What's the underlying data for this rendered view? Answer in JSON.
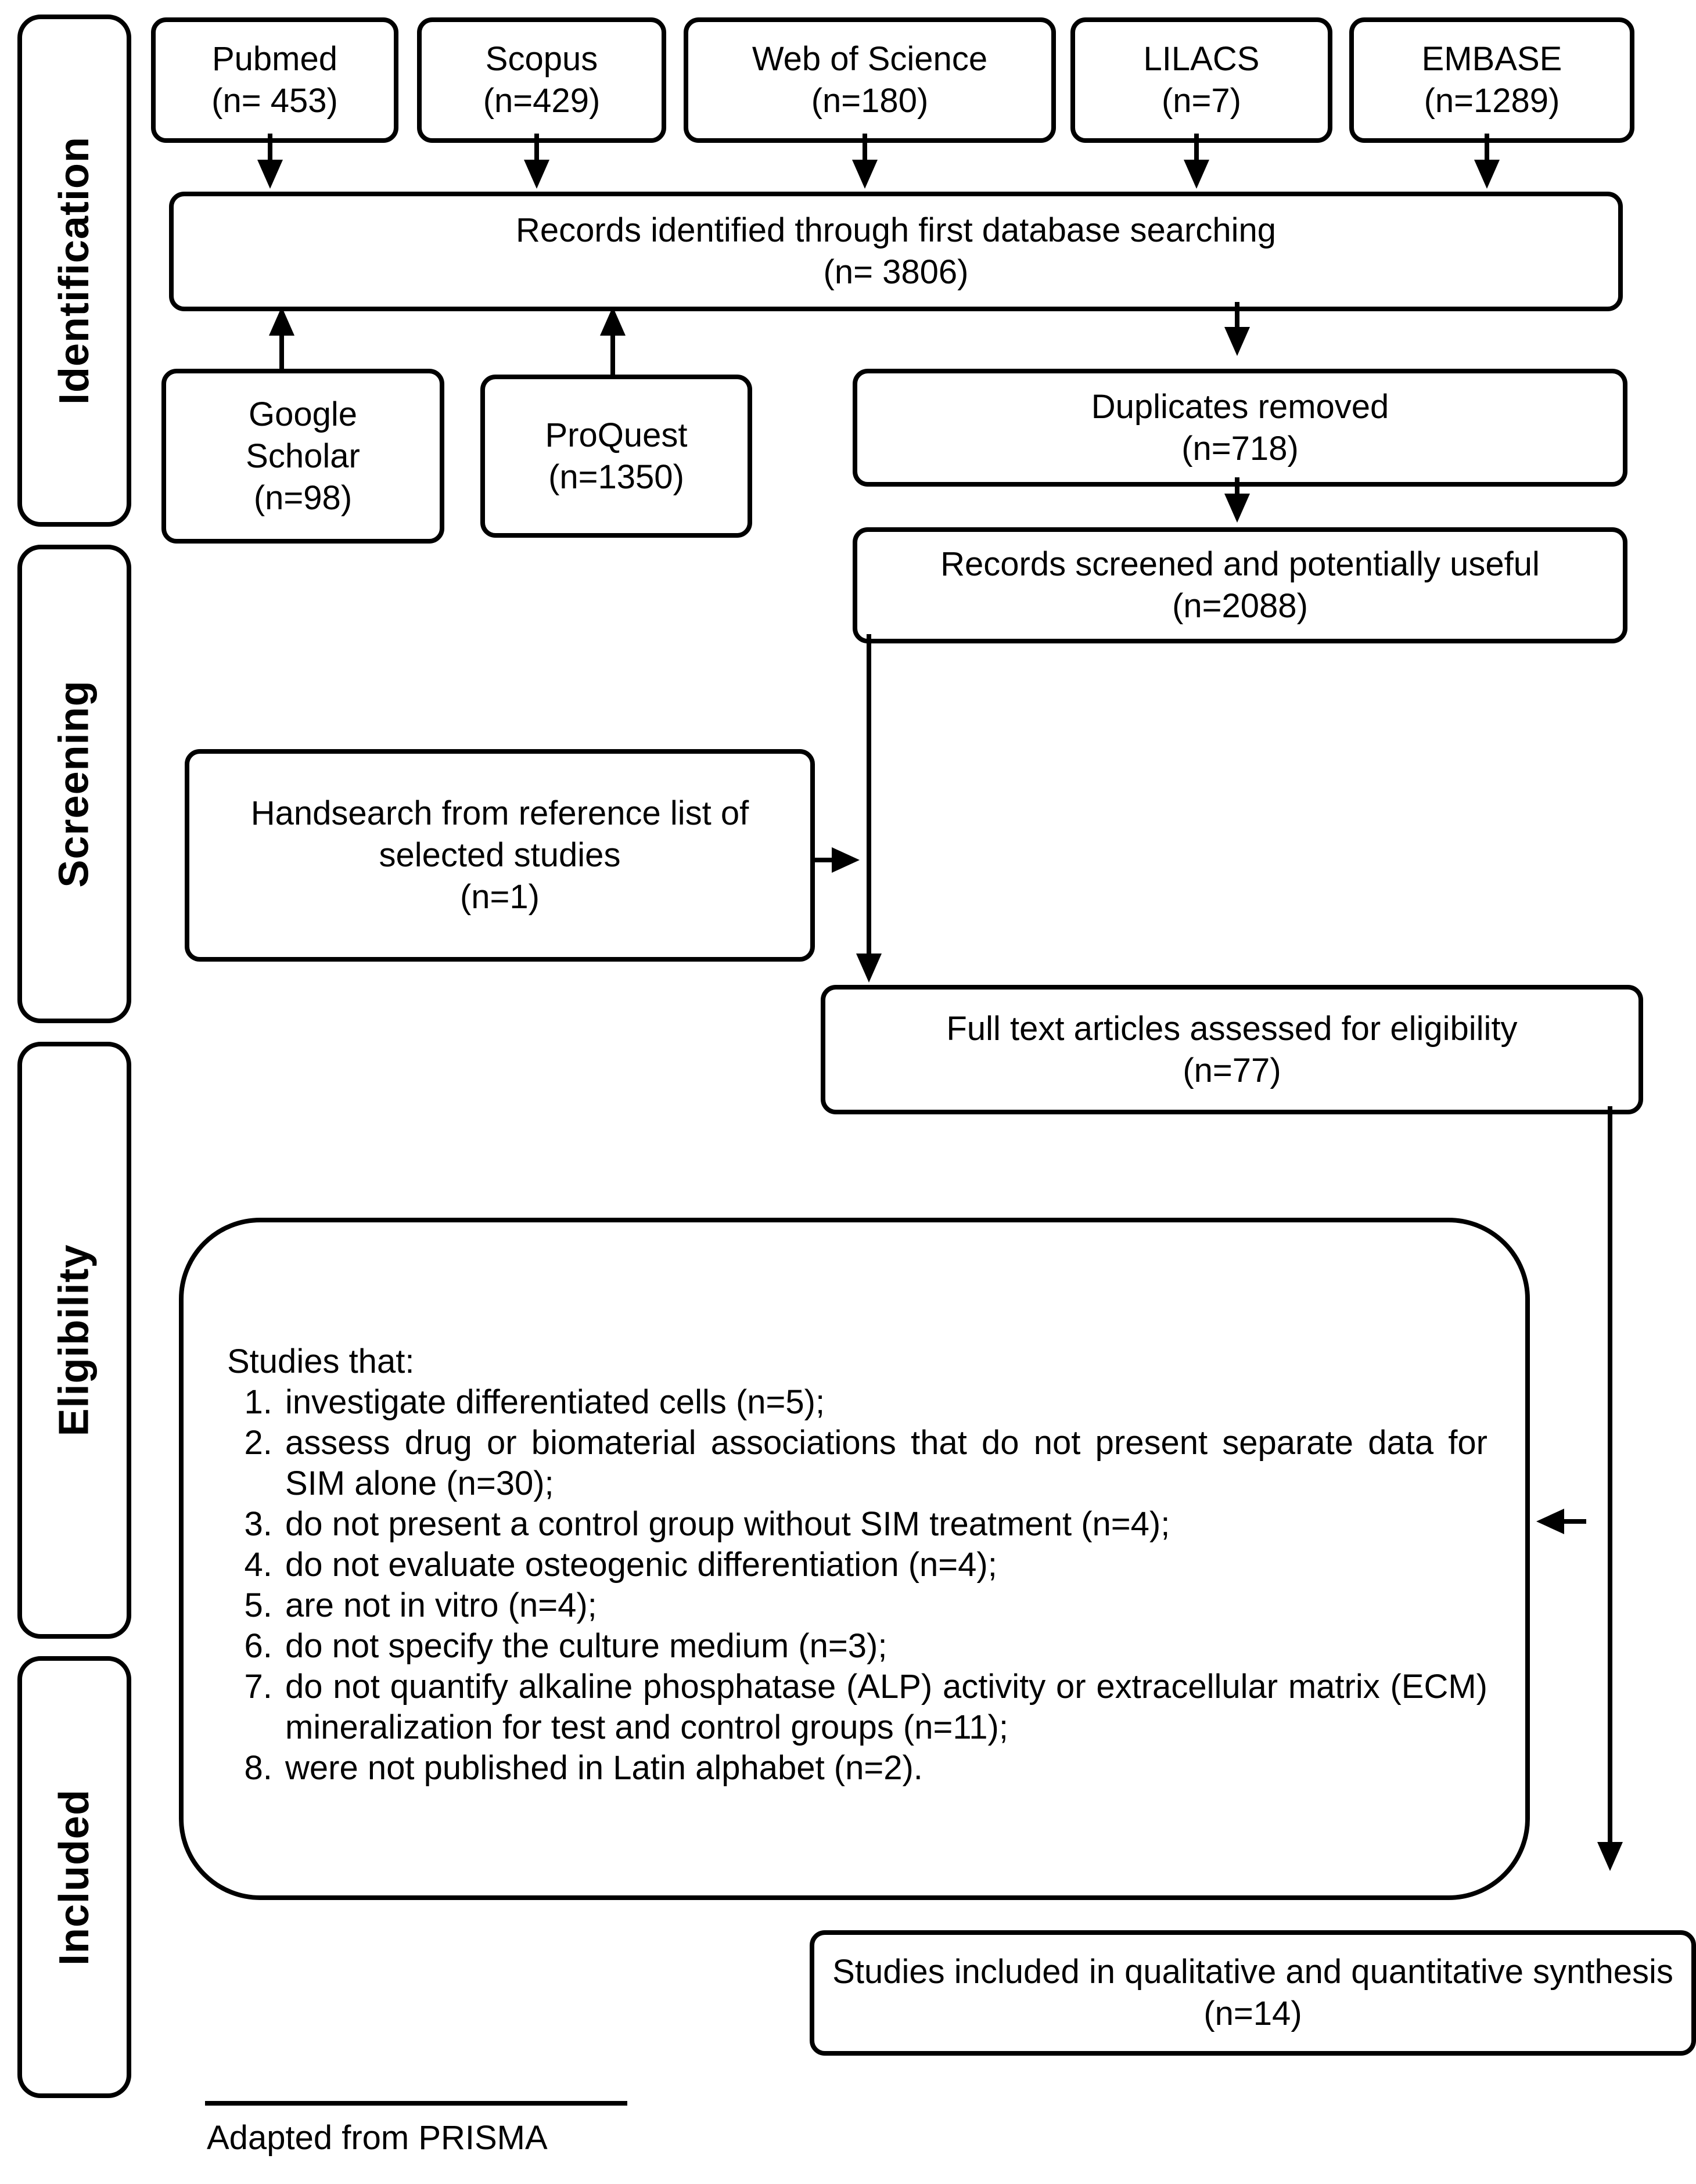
{
  "sections": [
    {
      "label": "Identification"
    },
    {
      "label": "Screening"
    },
    {
      "label": "Eligibility"
    },
    {
      "label": "Included"
    }
  ],
  "boxes": {
    "pubmed": {
      "title": "Pubmed",
      "count": "(n= 453)"
    },
    "scopus": {
      "title": "Scopus",
      "count": "(n=429)"
    },
    "web_of_science": {
      "title": "Web of Science",
      "count": "(n=180)"
    },
    "lilacs": {
      "title": "LILACS",
      "count": "(n=7)"
    },
    "embase": {
      "title": "EMBASE",
      "count": "(n=1289)"
    },
    "records_identified": {
      "title": "Records identified through first database searching",
      "count": "(n= 3806)"
    },
    "google_scholar": {
      "line1": "Google",
      "line2": "Scholar",
      "count": "(n=98)"
    },
    "proquest": {
      "title": "ProQuest",
      "count": "(n=1350)"
    },
    "duplicates_removed": {
      "title": "Duplicates removed",
      "count": "(n=718)"
    },
    "records_screened": {
      "title": "Records screened and potentially useful",
      "count": "(n=2088)"
    },
    "handsearch": {
      "line1": "Handsearch from reference list of",
      "line2": "selected studies",
      "count": "(n=1)"
    },
    "full_text": {
      "title": "Full text articles assessed for eligibility",
      "count": "(n=77)"
    },
    "exclusions": {
      "intro": "Studies that:",
      "items": [
        "investigate differentiated cells (n=5);",
        "assess drug or biomaterial associations that do not present separate data for SIM alone (n=30);",
        "do not present a control group without SIM treatment (n=4);",
        "do not evaluate osteogenic differentiation (n=4);",
        "are not in vitro (n=4);",
        "do not specify the culture medium (n=3);",
        "do not quantify alkaline phosphatase (ALP) activity or extracellular matrix (ECM) mineralization for test and control groups (n=11);",
        "were not published in Latin alphabet (n=2)."
      ]
    },
    "included_synthesis": {
      "title": "Studies included in qualitative and quantitative synthesis",
      "count": "(n=14)"
    }
  },
  "footer": {
    "note": "Adapted from PRISMA"
  }
}
